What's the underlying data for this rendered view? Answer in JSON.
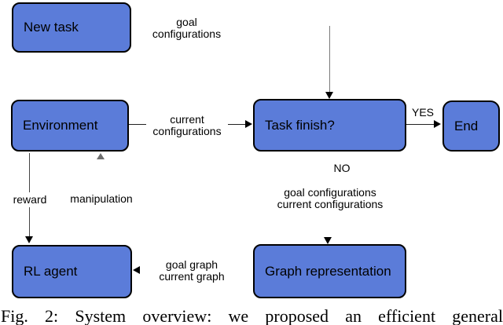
{
  "colors": {
    "node_fill": "#5b7cd9",
    "node_border": "#000000",
    "arrow": "#222222",
    "muted_arrow": "#6e6e6e"
  },
  "nodes": {
    "new_task": {
      "label": "New task"
    },
    "environment": {
      "label": "Environment"
    },
    "task_finish": {
      "label": "Task finish?"
    },
    "end": {
      "label": "End"
    },
    "rl_agent": {
      "label": "RL agent"
    },
    "graph_representation": {
      "label": "Graph representation"
    }
  },
  "edge_labels": {
    "goal_configurations_top": {
      "line1": "goal",
      "line2": "configurations"
    },
    "current_configurations": {
      "line1": "current",
      "line2": "configurations"
    },
    "yes": "YES",
    "no": "NO",
    "goal_current_configurations": {
      "line1": "goal configurations",
      "line2": "current configurations"
    },
    "reward": "reward",
    "manipulation": "manipulation",
    "goal_current_graph": {
      "line1": "goal graph",
      "line2": "current graph"
    }
  },
  "caption": "Fig. 2: System overview: we proposed an efficient general"
}
